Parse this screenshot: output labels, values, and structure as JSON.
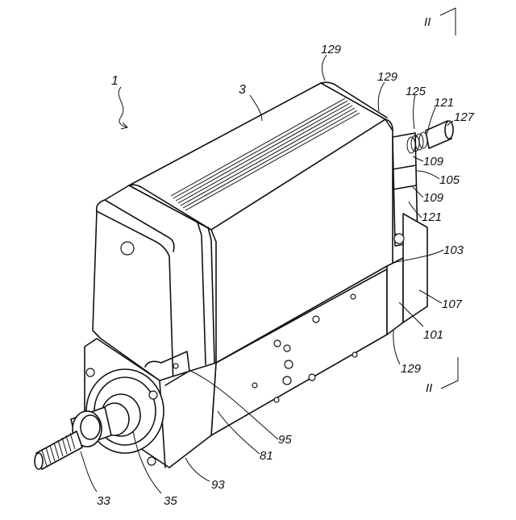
{
  "labels": {
    "section_top": "II",
    "section_bottom": "II",
    "ref_1": "1",
    "ref_3": "3",
    "ref_33": "33",
    "ref_35": "35",
    "ref_81": "81",
    "ref_93": "93",
    "ref_95": "95",
    "ref_101": "101",
    "ref_103": "103",
    "ref_105": "105",
    "ref_107": "107",
    "ref_109_upper": "109",
    "ref_109_lower": "109",
    "ref_121_upper": "121",
    "ref_121_lower": "121",
    "ref_125": "125",
    "ref_127": "127",
    "ref_129_top": "129",
    "ref_129_right": "129",
    "ref_129_bottom": "129"
  }
}
